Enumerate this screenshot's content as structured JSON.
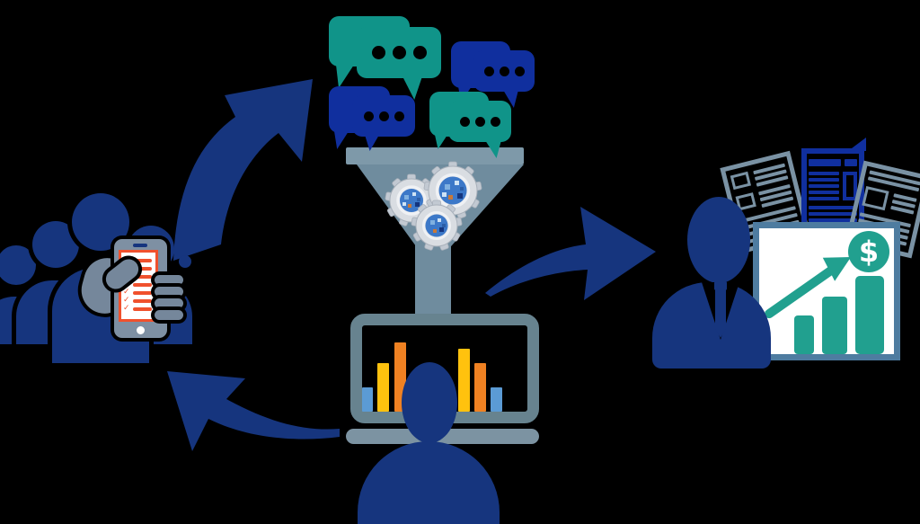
{
  "scene": {
    "name": "data-collection-analysis-insight-cycle",
    "background": "#000000",
    "steps": [
      "audience-group-answering-mobile-survey",
      "chat-message-feedback-collection",
      "funnel-processing-with-data-gears",
      "analyst-reviewing-dashboard-monitor",
      "business-insights-reports-and-revenue-growth"
    ]
  },
  "glyphs": {
    "check": "✓",
    "dollar": "$"
  },
  "colors": {
    "navy": "#16357E",
    "blue_bright": "#102F9E",
    "teal": "#109489",
    "teal_card": "#21A08F",
    "slate_funnel": "#6F8C9E",
    "slate_funnel_bar": "#7E99A9",
    "slate_monitor": "#67838F",
    "slate_base": "#7C93A2",
    "slate_phone": "#7E90A3",
    "slate_hand": "#75879B",
    "slate_paper": "#7A92A4",
    "card_border": "#4E7CA0",
    "white": "#FFFFFF",
    "orange_checklist": "#F0512D",
    "bar_yellow": "#FFC20E",
    "bar_orange": "#EF8122",
    "bar_blue": "#5B9BD5",
    "gear_silver": "#D9DDE2",
    "gear_blue": "#3C78C8"
  },
  "monitor_chart": {
    "type": "bar",
    "values_rel": [
      27,
      54,
      77,
      70,
      54,
      27
    ],
    "bar_colors": [
      "bar_blue",
      "bar_yellow",
      "bar_orange",
      "bar_yellow",
      "bar_orange",
      "bar_blue"
    ]
  },
  "card_chart": {
    "type": "bar",
    "values_rel": [
      43,
      64,
      87
    ],
    "color": "teal_card",
    "trend": "up",
    "badge": "$"
  }
}
